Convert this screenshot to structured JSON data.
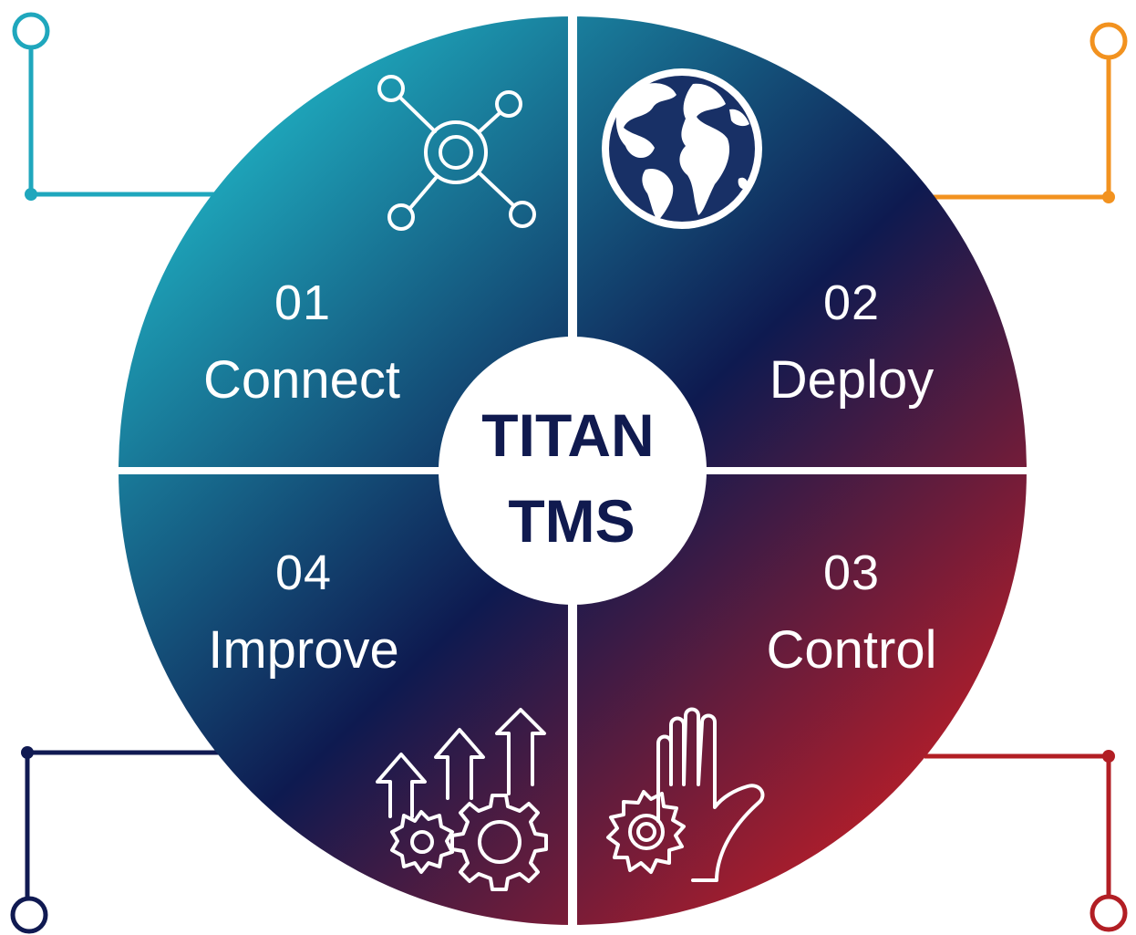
{
  "center": {
    "line1": "TITAN",
    "line2": "TMS"
  },
  "steps": [
    {
      "number": "01",
      "label": "Connect",
      "icon": "network-nodes-icon",
      "connector_color": "#1fa7bd"
    },
    {
      "number": "02",
      "label": "Deploy",
      "icon": "globe-icon",
      "connector_color": "#f2921f"
    },
    {
      "number": "03",
      "label": "Control",
      "icon": "hand-gear-icon",
      "connector_color": "#b21e24"
    },
    {
      "number": "04",
      "label": "Improve",
      "icon": "arrows-gears-icon",
      "connector_color": "#101a52"
    }
  ],
  "colors": {
    "gradient_start": "#1fb0c2",
    "gradient_mid": "#0e1a50",
    "gradient_end": "#c41e26",
    "center_text": "#101a4f"
  }
}
